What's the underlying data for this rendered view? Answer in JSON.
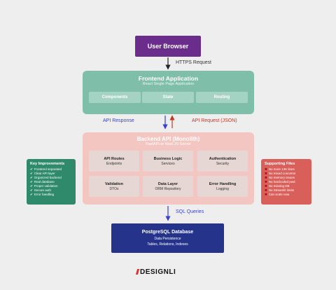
{
  "browser": {
    "label": "User Browser"
  },
  "arrows": {
    "https": "HTTPS Request",
    "api_response": "API Response",
    "api_request": "API Request (JSON)",
    "sql": "SQL Queries"
  },
  "frontend": {
    "title": "Frontend Application",
    "subtitle": "React Single Page Application",
    "boxes": [
      "Components",
      "State",
      "Routing"
    ]
  },
  "backend": {
    "title": "Backend API (Monolith)",
    "subtitle": "FastAPI or Nest.JS Server",
    "boxes": [
      {
        "title": "API Routes",
        "sub": "Endpoints"
      },
      {
        "title": "Business Logic",
        "sub": "Services"
      },
      {
        "title": "Authentication",
        "sub": "Security"
      },
      {
        "title": "Validation",
        "sub": "DTOs"
      },
      {
        "title": "Data Layer",
        "sub": "ORM Repository"
      },
      {
        "title": "Error Handling",
        "sub": "Logging"
      }
    ]
  },
  "database": {
    "title": "PostgreSQL Database",
    "line1": "Data Persistence",
    "line2": "Tables, Relations, Indexes"
  },
  "improvements": {
    "title": "Key Improvements",
    "items": [
      "Frontend separated",
      "Clear API layer",
      "Organized backend",
      "Real database",
      "Proper validation",
      "Secure auth",
      "Error handling"
    ]
  },
  "supporting": {
    "title": "Supporting Files",
    "items": [
      "No more 13K lines",
      "No mixed concerns",
      "No memory issues",
      "No hardcoded pwd",
      "No missing DB",
      "No Streamlit limits",
      "Can scale now"
    ]
  },
  "logo": {
    "text": "DESIGNLI"
  },
  "colors": {
    "browser": "#6b2d8b",
    "frontend": "#7fbfaa",
    "backend": "#f4c6c1",
    "database": "#25338a",
    "improvements": "#2e8a6b",
    "supporting": "#d95f5a"
  }
}
